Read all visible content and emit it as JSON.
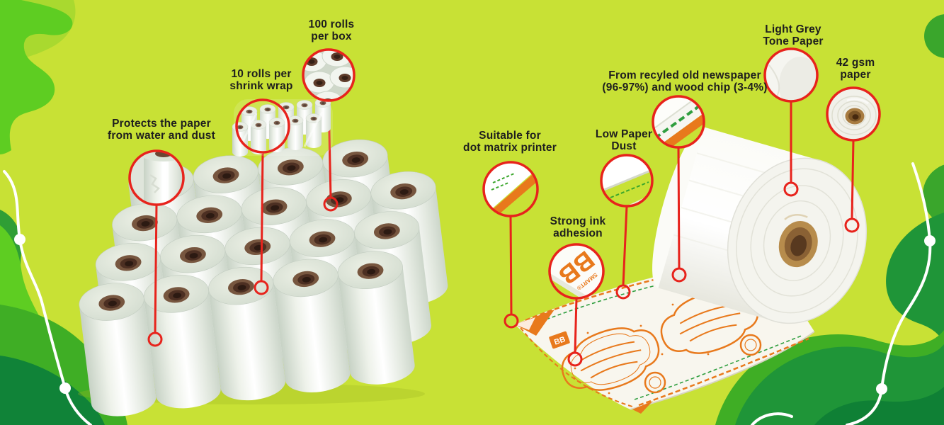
{
  "page": {
    "title": "Paper rolls product infographic"
  },
  "colors": {
    "lime": "#c8e135",
    "green_bright": "#5ecd22",
    "green_light": "#a9d92f",
    "green_mid": "#3fae25",
    "green_dark": "#1f9538",
    "green_deep": "#108338",
    "red": "#e7231c",
    "orange": "#e8791c",
    "print_green": "#2f9e3f",
    "text": "#1e1e1e",
    "core_brown": "#4c2f22",
    "core_tan": "#a87c41",
    "paper_white": "#f6f6f1"
  },
  "print": {
    "logo_glyphs": "BB"
  },
  "callouts": [
    {
      "id": "protects-paper",
      "lines": [
        "Protects the paper",
        "from water and dust"
      ]
    },
    {
      "id": "ten-rolls",
      "lines": [
        "10 rolls per",
        "shrink wrap"
      ]
    },
    {
      "id": "hundred-rolls",
      "lines": [
        "100 rolls",
        "per box"
      ]
    },
    {
      "id": "dot-matrix",
      "lines": [
        "Suitable for",
        "dot matrix printer"
      ]
    },
    {
      "id": "strong-ink",
      "lines": [
        "Strong ink",
        "adhesion"
      ]
    },
    {
      "id": "low-dust",
      "lines": [
        "Low Paper",
        "Dust"
      ]
    },
    {
      "id": "recycled",
      "lines": [
        "From recyled old newspaper",
        "(96-97%) and wood chip (3-4%)"
      ]
    },
    {
      "id": "light-grey",
      "lines": [
        "Light Grey",
        "Tone Paper"
      ]
    },
    {
      "id": "gsm",
      "lines": [
        "42 gsm",
        "paper"
      ]
    }
  ]
}
